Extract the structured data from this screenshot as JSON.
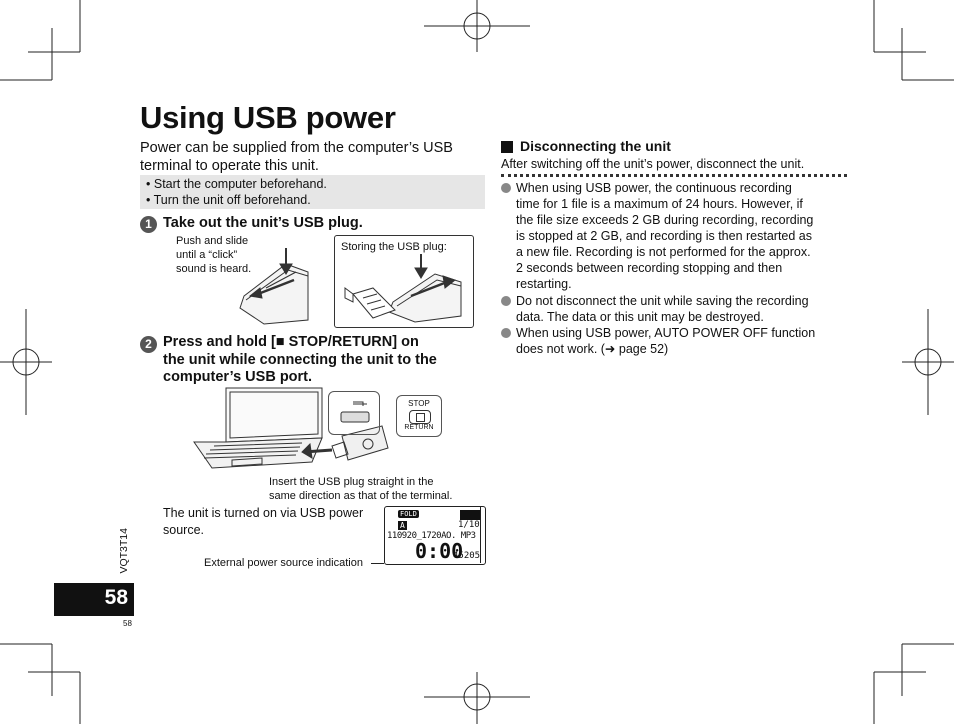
{
  "title": "Using USB power",
  "intro": "Power can be supplied from the computer’s USB terminal to operate this unit.",
  "prerequisites": [
    "Start the computer beforehand.",
    "Turn the unit off beforehand."
  ],
  "step1": {
    "number": "1",
    "title": "Take out the unit’s USB plug.",
    "caption_left": [
      "Push and slide",
      "until a “click”",
      "sound is heard."
    ],
    "caption_right": "Storing the USB plug:"
  },
  "step2": {
    "number": "2",
    "title_lines": [
      "Press and hold [■ STOP/RETURN] on",
      "the unit while connecting the unit to the",
      "computer’s USB port."
    ],
    "stop_label": "STOP",
    "return_label": "RETURN",
    "insert_caption": [
      "Insert the USB plug straight in the",
      "same direction as that of the terminal."
    ],
    "powered_text": [
      "The unit is turned on via USB power",
      "source."
    ],
    "external_label": "External power source indication",
    "display": {
      "folder": "FOLD",
      "letter": "A",
      "counter": "1/10",
      "filename": "110920_1720AO. MP3",
      "time": "0:00",
      "remaining": "45205"
    }
  },
  "disconnect": {
    "heading": "Disconnecting the unit",
    "intro": "After switching off the unit’s power, disconnect the unit.",
    "notes": [
      [
        "When using USB power, the continuous recording",
        "time for 1 file is a maximum of 24 hours. However, if",
        "the file size exceeds 2 GB during recording, recording",
        "is stopped at 2 GB, and recording is then restarted as",
        "a new file. Recording is not performed for the approx.",
        "2 seconds between recording stopping and then",
        "restarting."
      ],
      [
        "Do not disconnect the unit while saving the recording",
        "data. The data or this unit may be destroyed."
      ],
      [
        "When using USB power, AUTO POWER OFF function",
        "does not work. (➜ page 52)"
      ]
    ]
  },
  "page": {
    "model_code": "VQT3T14",
    "number": "58",
    "number_small": "58"
  }
}
